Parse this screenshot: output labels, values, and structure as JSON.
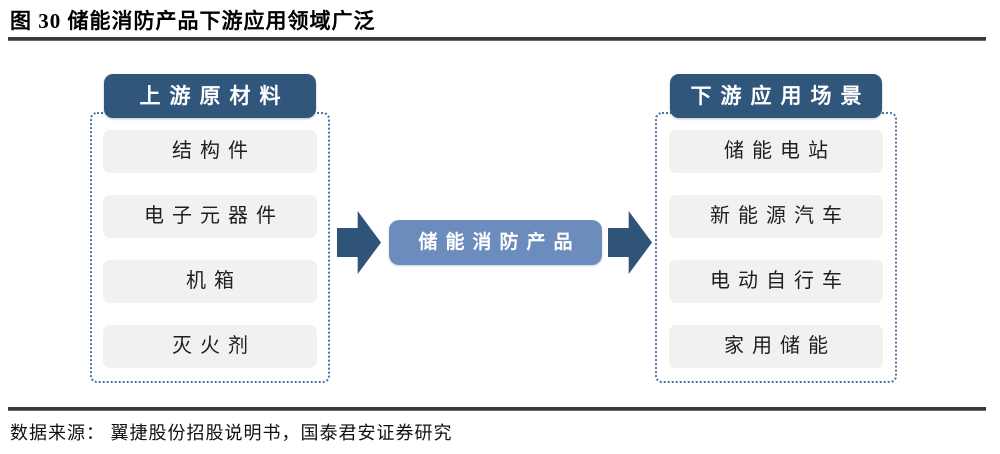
{
  "title": "图 30 储能消防产品下游应用领域广泛",
  "source": "数据来源： 翼捷股份招股说明书，国泰君安证券研究",
  "diagram": {
    "upstream": {
      "header": "上游原材料",
      "items": [
        "结构件",
        "电子元器件",
        "机箱",
        "灭火剂"
      ]
    },
    "center": {
      "label": "储能消防产品"
    },
    "downstream": {
      "header": "下游应用场景",
      "items": [
        "储能电站",
        "新能源汽车",
        "电动自行车",
        "家用储能"
      ]
    }
  },
  "colors": {
    "header_bg": "#31567c",
    "center_bg": "#6d8cbe",
    "arrow": "#2f5478",
    "item_bg": "#f1f1f1",
    "panel_border": "#4c74ac",
    "rule": "#3a3a3a",
    "text_dark": "#1f1f1f"
  }
}
